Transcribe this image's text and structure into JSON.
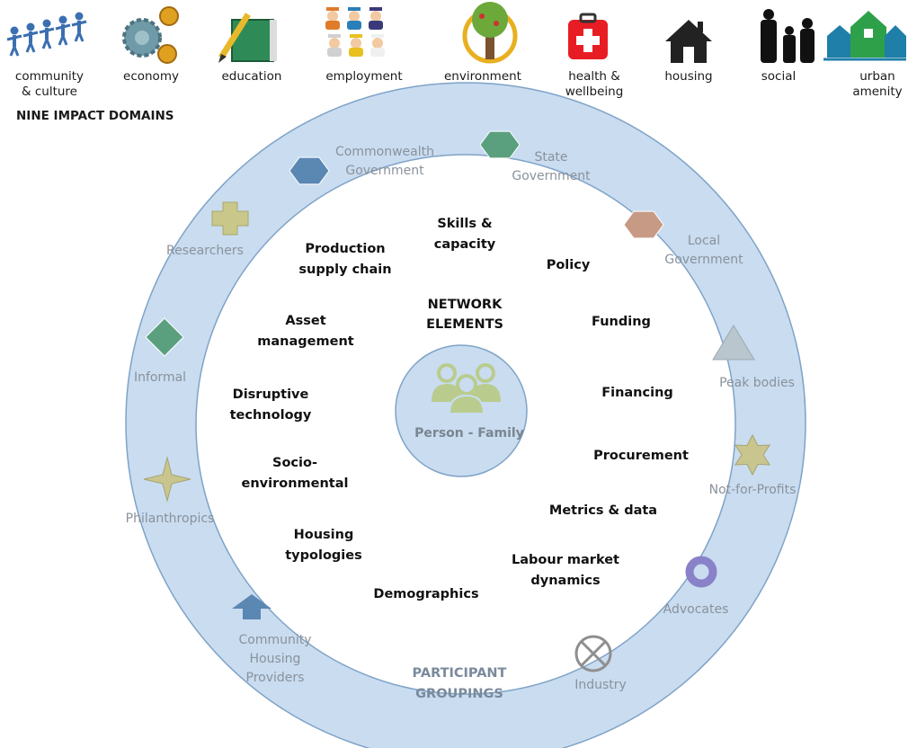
{
  "domains": {
    "heading": "NINE IMPACT DOMAINS",
    "items": [
      {
        "id": "community",
        "icon": "people-chain-icon",
        "lines": [
          "community",
          "& culture"
        ]
      },
      {
        "id": "economy",
        "icon": "gears-coins-icon",
        "lines": [
          "economy"
        ]
      },
      {
        "id": "education",
        "icon": "book-pencil-icon",
        "lines": [
          "education"
        ]
      },
      {
        "id": "employment",
        "icon": "workers-icon",
        "lines": [
          "employment"
        ]
      },
      {
        "id": "environment",
        "icon": "tree-icon",
        "lines": [
          "environment"
        ]
      },
      {
        "id": "health",
        "icon": "first-aid-kit-icon",
        "lines": [
          "health &",
          "wellbeing"
        ]
      },
      {
        "id": "housing",
        "icon": "house-icon",
        "lines": [
          "housing"
        ]
      },
      {
        "id": "social",
        "icon": "silhouettes-icon",
        "lines": [
          "social"
        ]
      },
      {
        "id": "urban",
        "icon": "buildings-icon",
        "lines": [
          "urban",
          "amenity"
        ]
      }
    ]
  },
  "participants": {
    "heading_lines": [
      "PARTICIPANT",
      "GROUPINGS"
    ],
    "items": [
      {
        "id": "commonwealth",
        "lines": [
          "Commonwealth",
          "Government"
        ],
        "shape": "hexagon",
        "color": "#5b87b3"
      },
      {
        "id": "state",
        "lines": [
          "State",
          "Government"
        ],
        "shape": "hexagon",
        "color": "#5aa07f"
      },
      {
        "id": "local",
        "lines": [
          "Local",
          "Government"
        ],
        "shape": "hexagon",
        "color": "#c79a85"
      },
      {
        "id": "peak",
        "lines": [
          "Peak bodies"
        ],
        "shape": "triangle",
        "color": "#b9c6ce"
      },
      {
        "id": "nfp",
        "lines": [
          "Not-for-Profits"
        ],
        "shape": "star6",
        "color": "#c9c58e"
      },
      {
        "id": "advocates",
        "lines": [
          "Advocates"
        ],
        "shape": "donut",
        "color": "#8a82c8"
      },
      {
        "id": "industry",
        "lines": [
          "Industry"
        ],
        "shape": "circle-x",
        "color": "#8f8f8f"
      },
      {
        "id": "chp",
        "lines": [
          "Community",
          "Housing",
          "Providers"
        ],
        "shape": "arrow-up",
        "color": "#5b87b3"
      },
      {
        "id": "philanthropics",
        "lines": [
          "Philanthropics"
        ],
        "shape": "star4",
        "color": "#c9c58e"
      },
      {
        "id": "informal",
        "lines": [
          "Informal"
        ],
        "shape": "diamond",
        "color": "#5aa07f"
      },
      {
        "id": "researchers",
        "lines": [
          "Researchers"
        ],
        "shape": "cross",
        "color": "#c9c88a"
      }
    ]
  },
  "network": {
    "heading_lines": [
      "NETWORK",
      "ELEMENTS"
    ],
    "items": [
      {
        "id": "skills",
        "lines": [
          "Skills &",
          "capacity"
        ]
      },
      {
        "id": "policy",
        "lines": [
          "Policy"
        ]
      },
      {
        "id": "funding",
        "lines": [
          "Funding"
        ]
      },
      {
        "id": "financing",
        "lines": [
          "Financing"
        ]
      },
      {
        "id": "procurement",
        "lines": [
          "Procurement"
        ]
      },
      {
        "id": "metrics",
        "lines": [
          "Metrics & data"
        ]
      },
      {
        "id": "labour",
        "lines": [
          "Labour market",
          "dynamics"
        ]
      },
      {
        "id": "demographics",
        "lines": [
          "Demographics"
        ]
      },
      {
        "id": "typologies",
        "lines": [
          "Housing",
          "typologies"
        ]
      },
      {
        "id": "socio",
        "lines": [
          "Socio-",
          "environmental"
        ]
      },
      {
        "id": "disruptive",
        "lines": [
          "Disruptive",
          "technology"
        ]
      },
      {
        "id": "asset",
        "lines": [
          "Asset",
          "management"
        ]
      },
      {
        "id": "production",
        "lines": [
          "Production",
          "supply chain"
        ]
      }
    ]
  },
  "center": {
    "label": "Person - Family",
    "icon": "family-group-icon"
  },
  "colors": {
    "ring": "#c9dcf0",
    "ring_stroke": "#7fa3c7",
    "center_fill": "#c9dcf0",
    "people": "#b9cc8d"
  }
}
